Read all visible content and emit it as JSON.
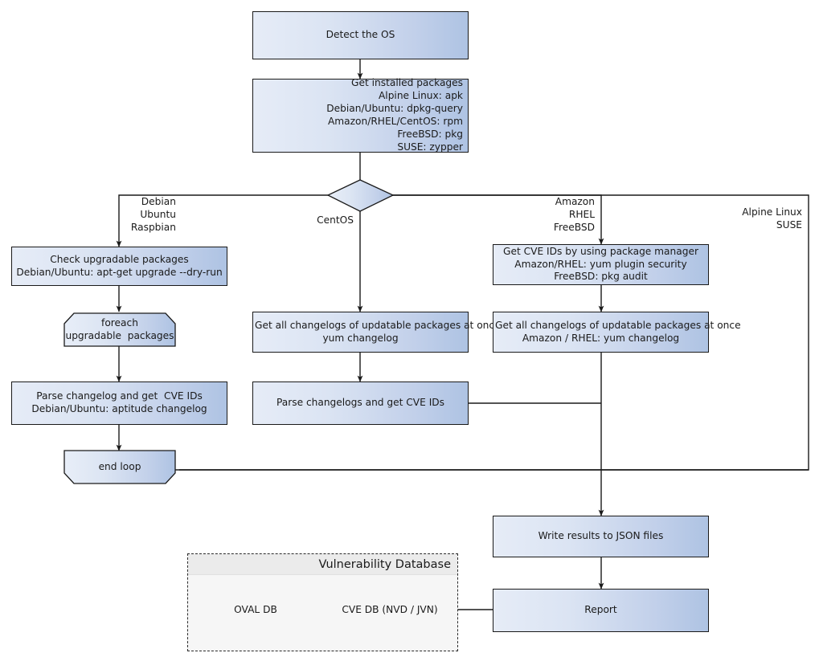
{
  "diagram": {
    "title": "Vuls scan flow",
    "colors": {
      "node_fill_light": "#e6ecf7",
      "node_fill_dark": "#aec3e3",
      "node_stroke": "#1a1a1a",
      "group_fill": "#f6f6f6",
      "group_header_fill": "#ebebeb",
      "group_stroke": "#2b2b2b",
      "line": "#1a1a1a"
    },
    "nodes": {
      "detect_os": {
        "label": "Detect the OS"
      },
      "get_installed_packages": {
        "label": "Get installed packages\nAlpine Linux: apk\nDebian/Ubuntu: dpkg-query\nAmazon/RHEL/CentOS: rpm\nFreeBSD: pkg\nSUSE: zypper"
      },
      "os_decision": {
        "label": ""
      },
      "check_upgradable": {
        "label": "Check upgradable packages\nDebian/Ubuntu: apt-get upgrade --dry-run"
      },
      "foreach_loop": {
        "label": "foreach\nupgradable  packages"
      },
      "parse_changelog_deb": {
        "label": "Parse changelog and get  CVE IDs\nDebian/Ubuntu: aptitude changelog"
      },
      "end_loop": {
        "label": "end loop"
      },
      "changelogs_centos": {
        "label": "Get all changelogs of updatable packages at once\nyum changelog"
      },
      "parse_changelogs_centos": {
        "label": "Parse changelogs and get CVE IDs"
      },
      "get_cve_ids_pkgmgr": {
        "label": "Get CVE IDs by using package manager\nAmazon/RHEL: yum plugin security\nFreeBSD: pkg audit"
      },
      "changelogs_amazon": {
        "label": "Get all changelogs of updatable packages at once\nAmazon / RHEL: yum changelog"
      },
      "write_results": {
        "label": "Write results to JSON files"
      },
      "report": {
        "label": "Report"
      }
    },
    "branch_labels": {
      "debian": "Debian\nUbuntu\nRaspbian",
      "centos": "CentOS",
      "amazon": "Amazon\nRHEL\nFreeBSD",
      "alpine": "Alpine Linux\nSUSE"
    },
    "vulnerability_database": {
      "title": "Vulnerability Database",
      "databases": [
        {
          "label": "OVAL DB"
        },
        {
          "label": "CVE DB (NVD / JVN)"
        }
      ]
    }
  }
}
